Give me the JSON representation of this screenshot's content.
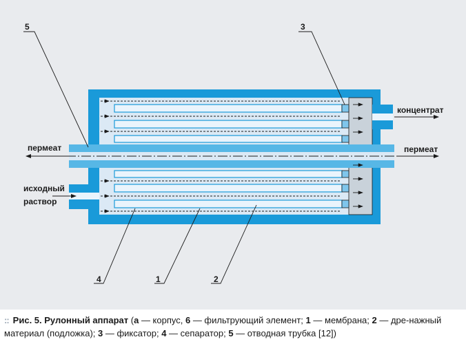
{
  "labels": {
    "callout_5": "5",
    "callout_3": "3",
    "callout_4": "4",
    "callout_1": "1",
    "callout_2": "2",
    "concentrate": "концентрат",
    "permeate_left": "пермеат",
    "permeate_right": "пермеат",
    "feed_line1": "исходный",
    "feed_line2": "раствор"
  },
  "caption": {
    "prefix": "Рис. 5.",
    "title": "Рулонный аппарат",
    "p1": " (",
    "k_a": "а",
    "t_a": " — корпус, ",
    "k_6": "6",
    "t_6": " — фильтрующий элемент; ",
    "k_1": "1",
    "t_1": " — мембрана; ",
    "k_2": "2",
    "t_2": " — дре-нажный материал (подложка); ",
    "k_3": "3",
    "t_3": " — фиксатор; ",
    "k_4": "4",
    "t_4": " — сепаратор; ",
    "k_5": "5",
    "t_5": " — отводная трубка [12])"
  },
  "colors": {
    "housing": "#1a9ad9",
    "interior": "#dbe9f5",
    "membrane": "#eaf4fc",
    "separator_block": "#c9d2da",
    "fixator": "#7fc6ec",
    "tube": "#57b7e6",
    "line": "#1a1a1a"
  }
}
